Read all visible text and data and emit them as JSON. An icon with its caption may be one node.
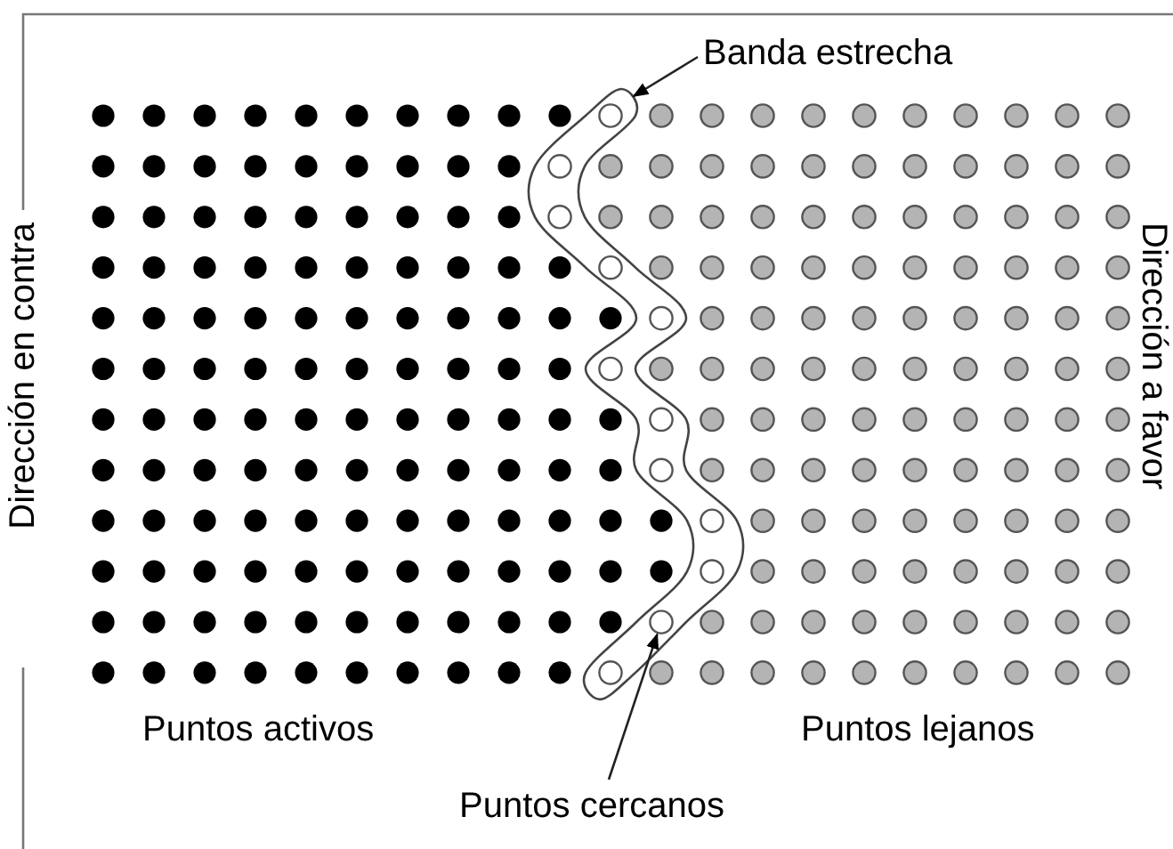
{
  "diagram": {
    "nodes": [
      {
        "text": [
          "Banda estrecha"
        ]
      },
      {
        "text": [],
        "shape": "band"
      },
      {
        "text": [
          "Puntos cercanos"
        ]
      },
      {
        "text": [],
        "shape": "circle",
        "in": 1
      },
      {
        "text": [],
        "shape": "circle",
        "in": 1
      },
      {
        "text": [],
        "shape": "circle",
        "in": 1
      },
      {
        "text": [],
        "shape": "circle",
        "in": 1
      },
      {
        "text": [],
        "shape": "circle",
        "in": 1
      },
      {
        "text": [],
        "shape": "circle",
        "in": 1
      },
      {
        "text": [],
        "shape": "circle",
        "in": 1
      },
      {
        "text": [],
        "shape": "circle",
        "in": 1
      },
      {
        "text": [],
        "shape": "circle",
        "in": 1
      },
      {
        "text": [],
        "shape": "circle",
        "in": 1
      },
      {
        "text": [],
        "shape": "circle",
        "in": 1
      },
      {
        "text": [],
        "shape": "circle",
        "in": 1
      }
    ],
    "edges": [
      {
        "from": 0,
        "to": 1,
        "arrow": "to"
      },
      {
        "from": 2,
        "to": 13,
        "arrow": "to"
      }
    ],
    "labels": [
      "Dirección en contra",
      "Dirección a favor",
      "Puntos activos",
      "Puntos lejanos"
    ]
  }
}
